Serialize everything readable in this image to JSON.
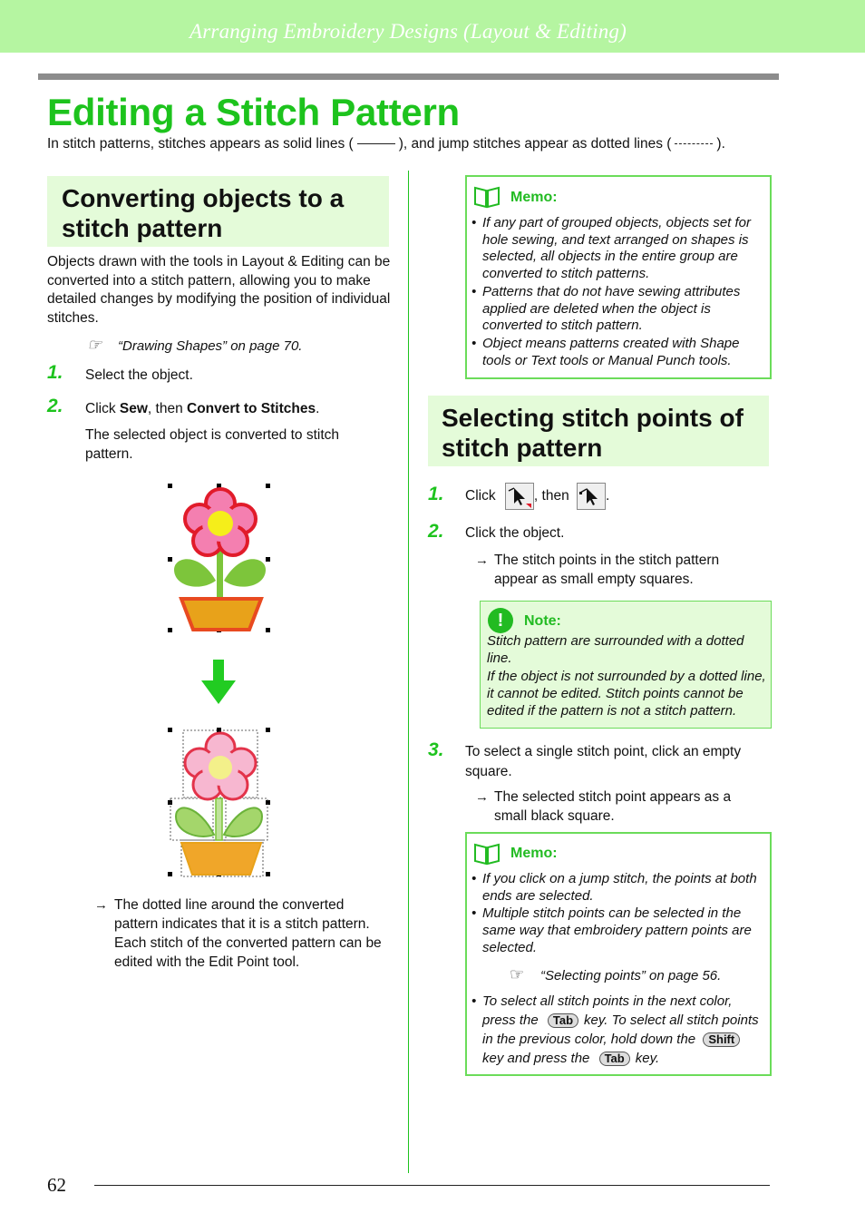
{
  "header": {
    "title": "Arranging Embroidery Designs (Layout & Editing)"
  },
  "page": {
    "title": "Editing a Stitch Pattern",
    "intro_part1": "In stitch patterns, stitches appears as solid lines (",
    "intro_part2": "), and jump stitches appear as dotted lines (",
    "intro_part3": ").",
    "number": "62"
  },
  "left": {
    "section_title": "Converting objects to a stitch pattern",
    "body": "Objects drawn with the tools in Layout & Editing can be converted into a stitch pattern, allowing you to make detailed changes by modifying the position of individual stitches.",
    "reference": "“Drawing Shapes” on page 70.",
    "steps": [
      {
        "num": "1.",
        "text": "Select the object."
      },
      {
        "num": "2.",
        "text_a": "Click ",
        "bold_a": "Sew",
        "text_b": ", then ",
        "bold_b": "Convert to Stitches",
        "text_c": ".",
        "result": "The selected object is converted to stitch pattern."
      }
    ],
    "result_note": "The dotted line around the converted pattern indicates that it is a stitch pattern. Each stitch of the converted pattern can be edited with the Edit Point tool."
  },
  "right": {
    "memo1": {
      "heading": "Memo:",
      "items": [
        "If any part of grouped objects, objects set for hole sewing, and text arranged on shapes is selected, all objects in the entire group are converted to stitch patterns.",
        "Patterns that do not have sewing attributes applied are deleted when the object is converted to stitch pattern.",
        "Object means patterns created with Shape tools or Text tools or Manual Punch tools."
      ]
    },
    "section_title": "Selecting stitch points of stitch pattern",
    "steps": [
      {
        "num": "1.",
        "text_a": "Click",
        "text_b": ", then",
        "text_c": "."
      },
      {
        "num": "2.",
        "text": "Click the object.",
        "result": "The stitch points in the stitch pattern appear as small empty squares."
      },
      {
        "num": "3.",
        "text": "To select a single stitch point, click an empty square.",
        "result": "The selected stitch point appears as a small black square."
      }
    ],
    "note": {
      "heading": "Note:",
      "line1": "Stitch pattern are surrounded with a dotted line.",
      "line2": "If the object is not surrounded by a dotted line, it cannot be edited. Stitch points cannot be edited if the pattern is not a stitch pattern."
    },
    "memo2": {
      "heading": "Memo:",
      "item1": "If you click on a jump stitch, the points at both ends are selected.",
      "item2": "Multiple stitch points can be selected in the same way that embroidery pattern points are selected.",
      "reference": "“Selecting points” on page 56.",
      "item3_a": "To select all stitch points in the next color, press the",
      "item3_b": "key. To select all stitch points in the previous color, hold down the",
      "item3_c": "key and press the",
      "item3_d": "key.",
      "key_tab": "Tab",
      "key_shift": "Shift"
    }
  },
  "colors": {
    "accent_green": "#1dc31d",
    "header_band": "#b5f5a1",
    "section_fill": "#e4fbd9"
  }
}
